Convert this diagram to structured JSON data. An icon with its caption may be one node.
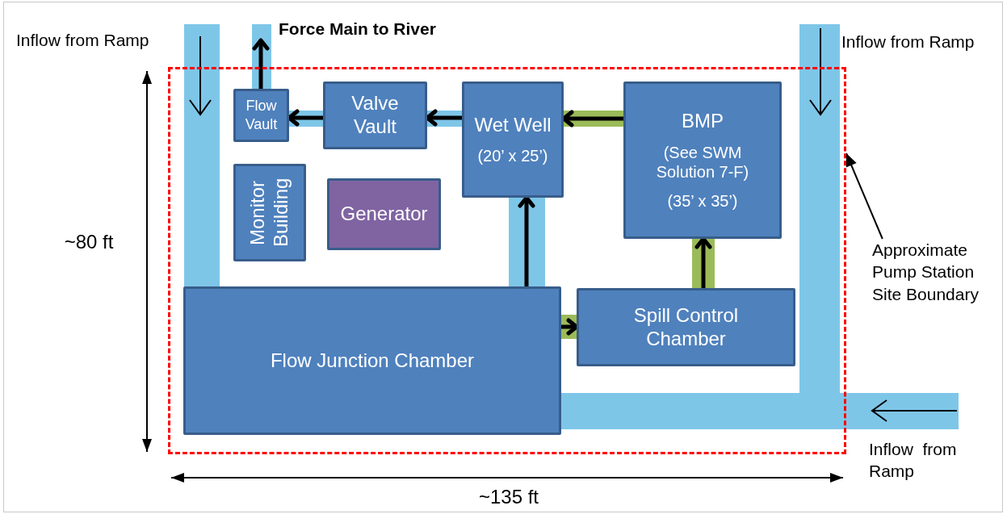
{
  "diagram": {
    "nodes": [
      {
        "text": [],
        "shape": "box"
      },
      {
        "text": [
          "Flow Vault"
        ],
        "in": 0
      },
      {
        "text": [
          "Valve Vault"
        ],
        "in": 0
      },
      {
        "text": [
          "Wet Well",
          "(20’ x 25’)"
        ],
        "in": 0
      },
      {
        "text": [
          "BMP",
          "(See SWM Solution 7-F)",
          "(35’ x 35’)"
        ],
        "in": 0
      },
      {
        "text": [
          "Monitor Building"
        ],
        "in": 0
      },
      {
        "text": [
          "Generator"
        ],
        "in": 0
      },
      {
        "text": [
          "Flow Junction Chamber"
        ],
        "in": 0
      },
      {
        "text": [
          "Spill Control Chamber"
        ],
        "in": 0
      },
      {
        "text": [
          "Approximate Pump Station Site Boundary"
        ]
      },
      {
        "text": [
          "Force Main to River"
        ]
      }
    ],
    "edges": [
      {
        "from": 3,
        "to": 2,
        "arrow": "to"
      },
      {
        "from": 2,
        "to": 1,
        "arrow": "to"
      },
      {
        "from": 1,
        "to": 10,
        "arrow": "to"
      },
      {
        "from": 7,
        "to": 3,
        "arrow": "to"
      },
      {
        "from": 7,
        "to": 8,
        "arrow": "to"
      },
      {
        "from": 8,
        "to": 4,
        "arrow": "to"
      },
      {
        "from": 4,
        "to": 3,
        "arrow": "to"
      },
      {
        "from": 9,
        "to": 0,
        "arrow": "to"
      }
    ],
    "labels": [
      "Inflow from Ramp",
      "Inflow from Ramp",
      "~80 ft",
      "Inflow  from Ramp",
      "~135 ft"
    ]
  }
}
